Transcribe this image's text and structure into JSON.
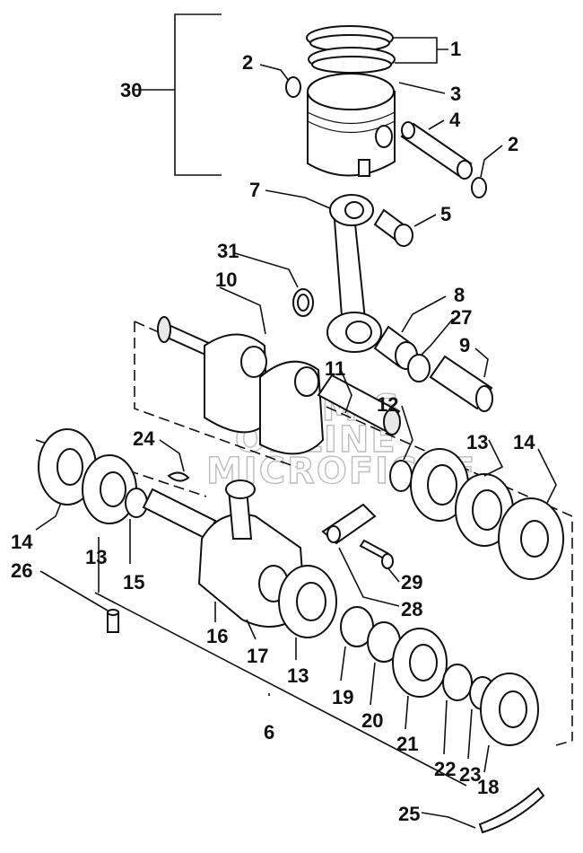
{
  "watermark": {
    "line1": "HLSM S",
    "line2": "ONLINE",
    "line3": "MICROFICHE"
  },
  "callouts": {
    "c1": "1",
    "c2a": "2",
    "c2b": "2",
    "c3": "3",
    "c4": "4",
    "c5": "5",
    "c6": "6",
    "c7": "7",
    "c8": "8",
    "c9": "9",
    "c10": "10",
    "c11": "11",
    "c12": "12",
    "c13a": "13",
    "c13b": "13",
    "c13c": "13",
    "c14a": "14",
    "c14b": "14",
    "c15": "15",
    "c16": "16",
    "c17": "17",
    "c18": "18",
    "c19": "19",
    "c20": "20",
    "c21": "21",
    "c22": "22",
    "c23": "23",
    "c24": "24",
    "c25": "25",
    "c26": "26",
    "c27": "27",
    "c28": "28",
    "c29": "29",
    "c30": "30",
    "c31": "31"
  }
}
